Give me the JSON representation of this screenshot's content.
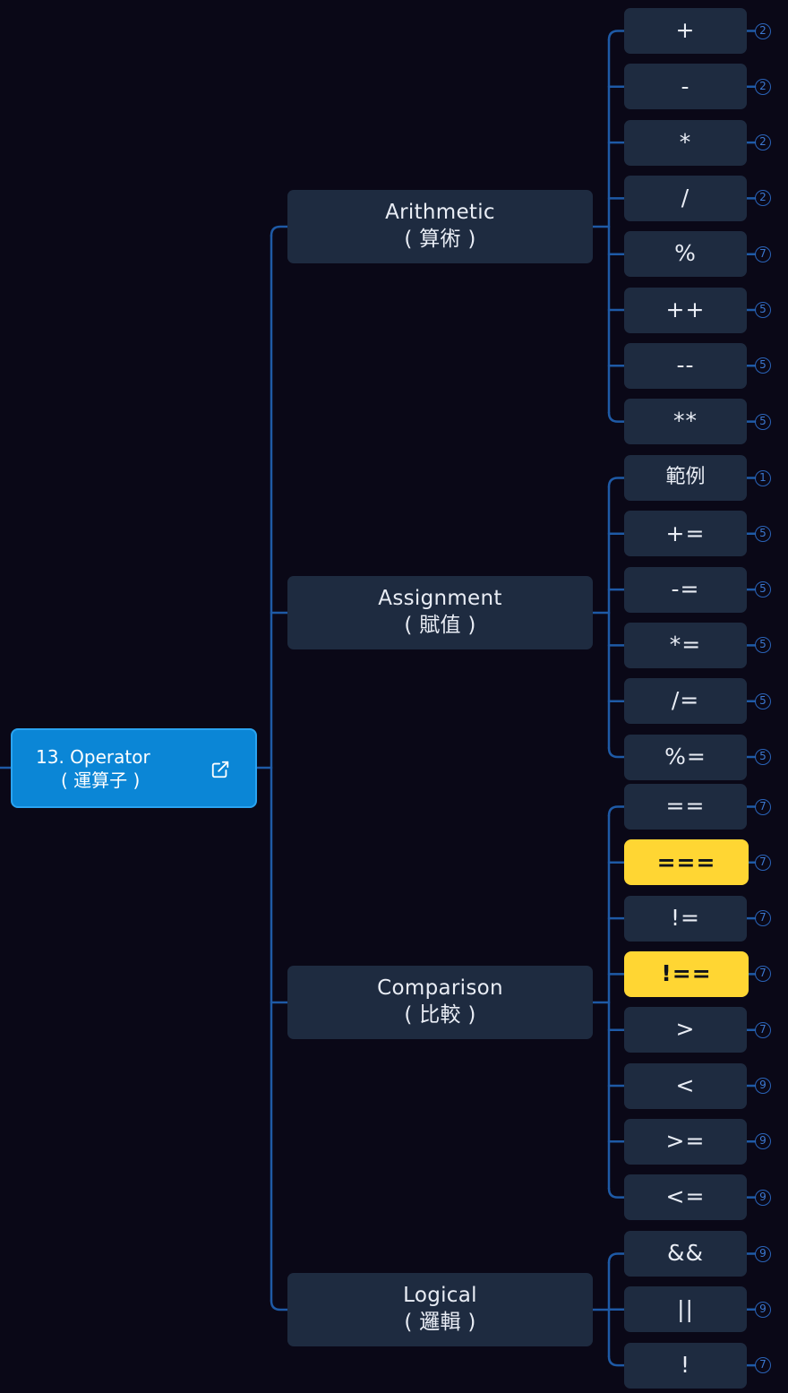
{
  "root": {
    "title": "13. Operator",
    "subtitle": "( 運算子 )",
    "link_icon": "external-link-icon"
  },
  "colors": {
    "background": "#0a0817",
    "connector": "#1e5aa6",
    "node": "#1e2b40",
    "root": "#0b86d6",
    "highlight": "#ffd633",
    "badge": "#2a63b8"
  },
  "categories": [
    {
      "title": "Arithmetic",
      "subtitle": "( 算術 )",
      "operators": [
        {
          "label": "+",
          "badge": "2"
        },
        {
          "label": "-",
          "badge": "2"
        },
        {
          "label": "*",
          "badge": "2"
        },
        {
          "label": "/",
          "badge": "2"
        },
        {
          "label": "%",
          "badge": "7"
        },
        {
          "label": "++",
          "badge": "5"
        },
        {
          "label": "--",
          "badge": "5"
        },
        {
          "label": "**",
          "badge": "5"
        }
      ]
    },
    {
      "title": "Assignment",
      "subtitle": "( 賦值 )",
      "operators": [
        {
          "label": "範例",
          "badge": "1"
        },
        {
          "label": "+=",
          "badge": "5"
        },
        {
          "label": "-=",
          "badge": "5"
        },
        {
          "label": "*=",
          "badge": "5"
        },
        {
          "label": "/=",
          "badge": "5"
        },
        {
          "label": "%=",
          "badge": "5"
        }
      ]
    },
    {
      "title": "Comparison",
      "subtitle": "( 比較 )",
      "operators": [
        {
          "label": "==",
          "badge": "7"
        },
        {
          "label": "===",
          "badge": "7",
          "highlight": true
        },
        {
          "label": "!=",
          "badge": "7"
        },
        {
          "label": "!==",
          "badge": "7",
          "highlight": true
        },
        {
          "label": ">",
          "badge": "7"
        },
        {
          "label": "<",
          "badge": "9"
        },
        {
          "label": ">=",
          "badge": "9"
        },
        {
          "label": "<=",
          "badge": "9"
        }
      ]
    },
    {
      "title": "Logical",
      "subtitle": "( 邏輯 )",
      "operators": [
        {
          "label": "&&",
          "badge": "9"
        },
        {
          "label": "||",
          "badge": "9"
        },
        {
          "label": "!",
          "badge": "7"
        }
      ]
    }
  ]
}
